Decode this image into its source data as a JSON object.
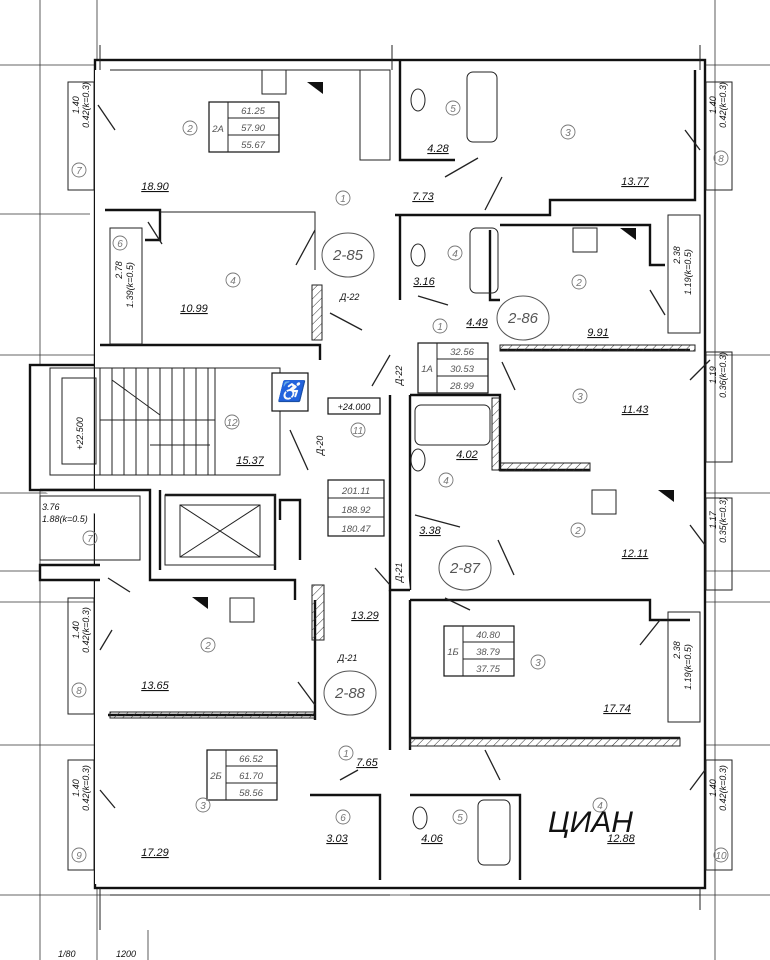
{
  "apartments": [
    {
      "id": "apt-2-85",
      "label": "2-85"
    },
    {
      "id": "apt-2-86",
      "label": "2-86"
    },
    {
      "id": "apt-2-87",
      "label": "2-87"
    },
    {
      "id": "apt-2-88",
      "label": "2-88"
    }
  ],
  "room_areas": [
    {
      "id": "r1",
      "value": "18.90"
    },
    {
      "id": "r2",
      "value": "4.28"
    },
    {
      "id": "r3",
      "value": "13.77"
    },
    {
      "id": "r4",
      "value": "7.73"
    },
    {
      "id": "r5",
      "value": "10.99"
    },
    {
      "id": "r6",
      "value": "3.16"
    },
    {
      "id": "r7",
      "value": "4.49"
    },
    {
      "id": "r8",
      "value": "9.91"
    },
    {
      "id": "r9",
      "value": "11.43"
    },
    {
      "id": "r10",
      "value": "15.37"
    },
    {
      "id": "r11",
      "value": "4.02"
    },
    {
      "id": "r12",
      "value": "3.38"
    },
    {
      "id": "r13",
      "value": "12.11"
    },
    {
      "id": "r14",
      "value": "13.29"
    },
    {
      "id": "r15",
      "value": "13.65"
    },
    {
      "id": "r16",
      "value": "17.74"
    },
    {
      "id": "r17",
      "value": "7.65"
    },
    {
      "id": "r18",
      "value": "17.29"
    },
    {
      "id": "r19",
      "value": "3.03"
    },
    {
      "id": "r20",
      "value": "4.06"
    },
    {
      "id": "r21",
      "value": "12.88"
    }
  ],
  "room_numbers": [
    "1",
    "2",
    "3",
    "4",
    "5",
    "6",
    "7",
    "8",
    "9",
    "10",
    "11",
    "12"
  ],
  "summary_boxes": [
    {
      "id": "b1",
      "type": "2А",
      "lines": [
        "61.25",
        "57.90",
        "55.67"
      ]
    },
    {
      "id": "b2",
      "type": "1А",
      "lines": [
        "32.56",
        "30.53",
        "28.99"
      ]
    },
    {
      "id": "b3",
      "type": "",
      "lines": [
        "201.11",
        "188.92",
        "180.47"
      ]
    },
    {
      "id": "b4",
      "type": "1Б",
      "lines": [
        "40.80",
        "38.79",
        "37.75"
      ]
    },
    {
      "id": "b5",
      "type": "2Б",
      "lines": [
        "66.52",
        "61.70",
        "58.56"
      ]
    }
  ],
  "door_tags": [
    "Д-22",
    "Д-22",
    "Д-20",
    "Д-21",
    "Д-21"
  ],
  "levels": {
    "landing": "+22.500",
    "floor": "+24.000"
  },
  "balcony_labels": [
    {
      "size": "1.40",
      "area": "0.42(k=0.3)"
    },
    {
      "size": "1.40",
      "area": "0.42(k=0.3)"
    },
    {
      "size": "1.40",
      "area": "0.42(k=0.3)"
    },
    {
      "size": "1.40",
      "area": "0.42(k=0.3)"
    },
    {
      "size": "1.40",
      "area": "0.42(k=0.3)"
    },
    {
      "size": "1.19",
      "area": "0.36(k=0.3)"
    },
    {
      "size": "1.17",
      "area": "0.35(k=0.3)"
    }
  ],
  "loggia_labels": [
    {
      "size": "2.78",
      "area": "1.39(k=0.5)"
    },
    {
      "size": "2.38",
      "area": "1.19(k=0.5)"
    },
    {
      "size": "2.38",
      "area": "1.19(k=0.5)"
    },
    {
      "size": "3.76",
      "area": "1.88(k=0.5)"
    }
  ],
  "footer": {
    "scale_left": "1/80",
    "scale_right": "1200"
  },
  "watermark": "ЦИАН",
  "colors": {
    "line": "#111111",
    "paper": "#ffffff",
    "faint": "#777777"
  }
}
